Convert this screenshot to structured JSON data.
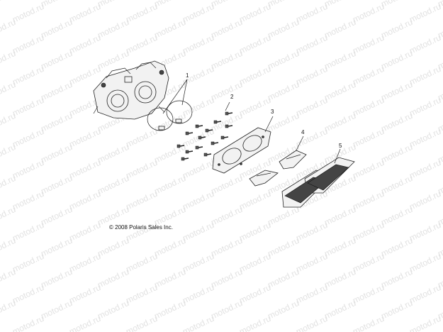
{
  "watermark": {
    "text": "motod.ru"
  },
  "callouts": [
    "1",
    "2",
    "3",
    "4",
    "5"
  ],
  "copyright": "© 2008 Polaris Sales Inc."
}
